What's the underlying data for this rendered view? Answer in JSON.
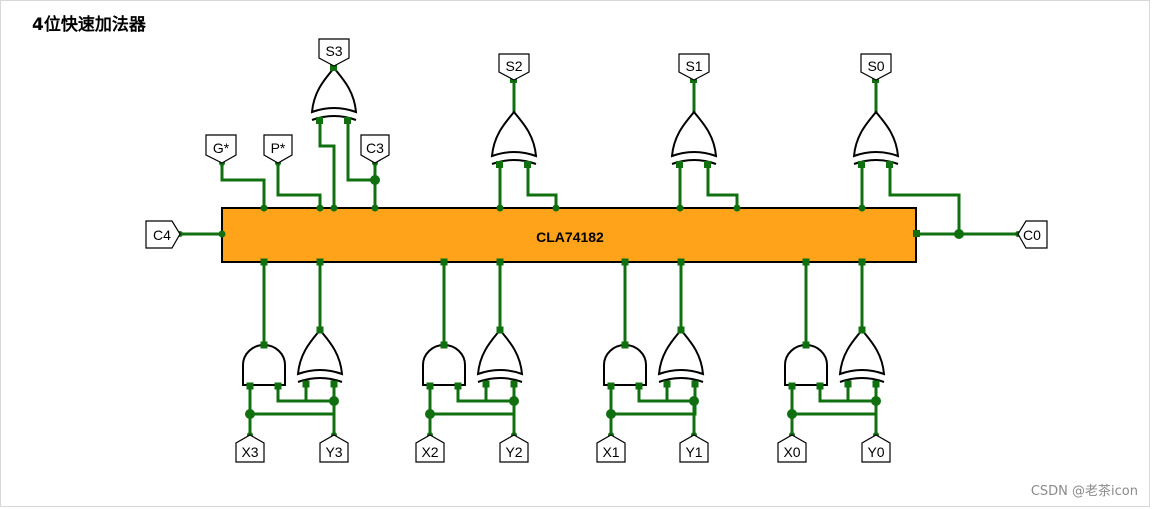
{
  "title": "4位快速加法器",
  "watermark": "CSDN @老茶icon",
  "chip": {
    "label": "CLA74182",
    "fill": "#ffa31a"
  },
  "colors": {
    "wire": "#107010",
    "gate": "#000000",
    "pin_bg": "#ffffff"
  },
  "outputs_top": {
    "s3": "S3",
    "s2": "S2",
    "s1": "S1",
    "s0": "S0",
    "g_star": "G*",
    "p_star": "P*",
    "c3": "C3"
  },
  "side_pins": {
    "c4": "C4",
    "c0": "C0"
  },
  "inputs_bottom": {
    "x3": "X3",
    "y3": "Y3",
    "x2": "X2",
    "y2": "Y2",
    "x1": "X1",
    "y1": "Y1",
    "x0": "X0",
    "y0": "Y0"
  }
}
